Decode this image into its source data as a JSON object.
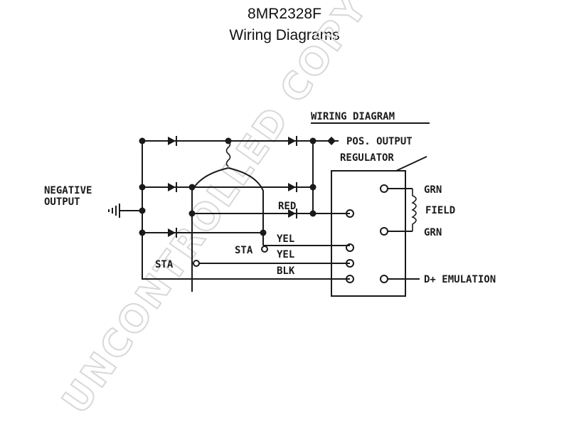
{
  "header": {
    "title": "8MR2328F",
    "subtitle": "Wiring Diagrams"
  },
  "diagram": {
    "heading": "WIRING DIAGRAM",
    "labels": {
      "pos_output": "POS. OUTPUT",
      "regulator": "REGULATOR",
      "negative": "NEGATIVE",
      "output": "OUTPUT",
      "red": "RED",
      "yel1": "YEL",
      "yel2": "YEL",
      "blk": "BLK",
      "sta1": "STA",
      "sta2": "STA",
      "grn1": "GRN",
      "field": "FIELD",
      "grn2": "GRN",
      "d_plus": "D+ EMULATION"
    }
  },
  "watermark": "UNCONTROLLED COPY",
  "colors": {
    "ink": "#1a1a1a",
    "watermark": "#d8d8d8"
  }
}
